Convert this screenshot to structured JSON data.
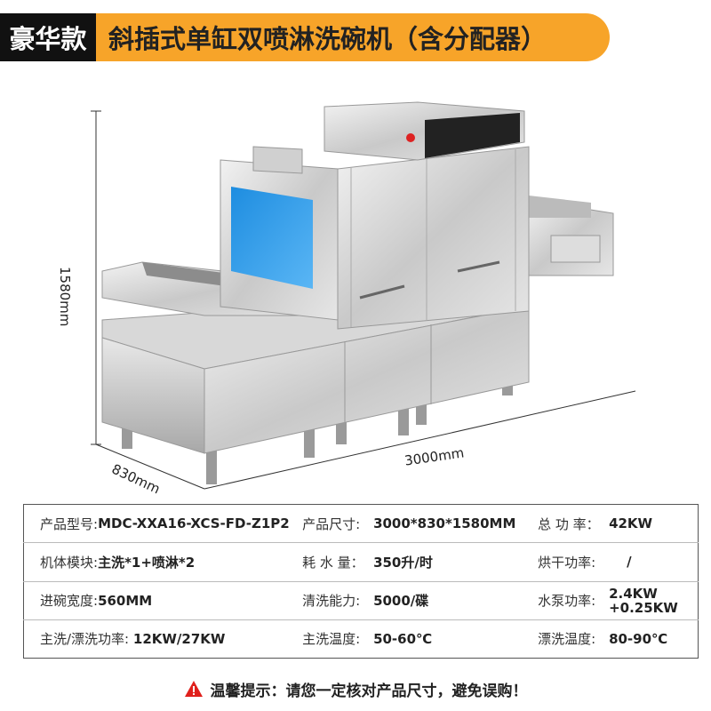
{
  "header": {
    "badge": "豪华款",
    "title": "斜插式单缸双喷淋洗碗机（含分配器）",
    "accent": "#f7a429"
  },
  "dimensions": {
    "height": "1580mm",
    "depth": "830mm",
    "width": "3000mm"
  },
  "specs": [
    [
      {
        "label": "产品型号:",
        "value": "MDC-XXA16-XCS-FD-Z1P2"
      },
      {
        "label": "产品尺寸:",
        "value": "3000*830*1580MM"
      },
      {
        "label": "总 功 率：",
        "value": "42KW"
      }
    ],
    [
      {
        "label": "机体模块:",
        "value": "主洗*1+喷淋*2"
      },
      {
        "label": "耗 水 量：",
        "value": "350升/时"
      },
      {
        "label": "烘干功率:",
        "value": "/"
      }
    ],
    [
      {
        "label": "进碗宽度:",
        "value": "560MM"
      },
      {
        "label": "清洗能力:",
        "value": "5000/碟"
      },
      {
        "label": "水泵功率:",
        "value": "2.4KW",
        "value2": "+0.25KW"
      }
    ],
    [
      {
        "label": "主洗/漂洗功率:",
        "value": "12KW/27KW"
      },
      {
        "label": "主洗温度:",
        "value": "50-60℃"
      },
      {
        "label": "漂洗温度:",
        "value": "80-90℃"
      }
    ]
  ],
  "warning": {
    "icon": "warning-triangle-icon",
    "text": "温馨提示：请您一定核对产品尺寸，避免误购！",
    "color": "#e0201c"
  }
}
